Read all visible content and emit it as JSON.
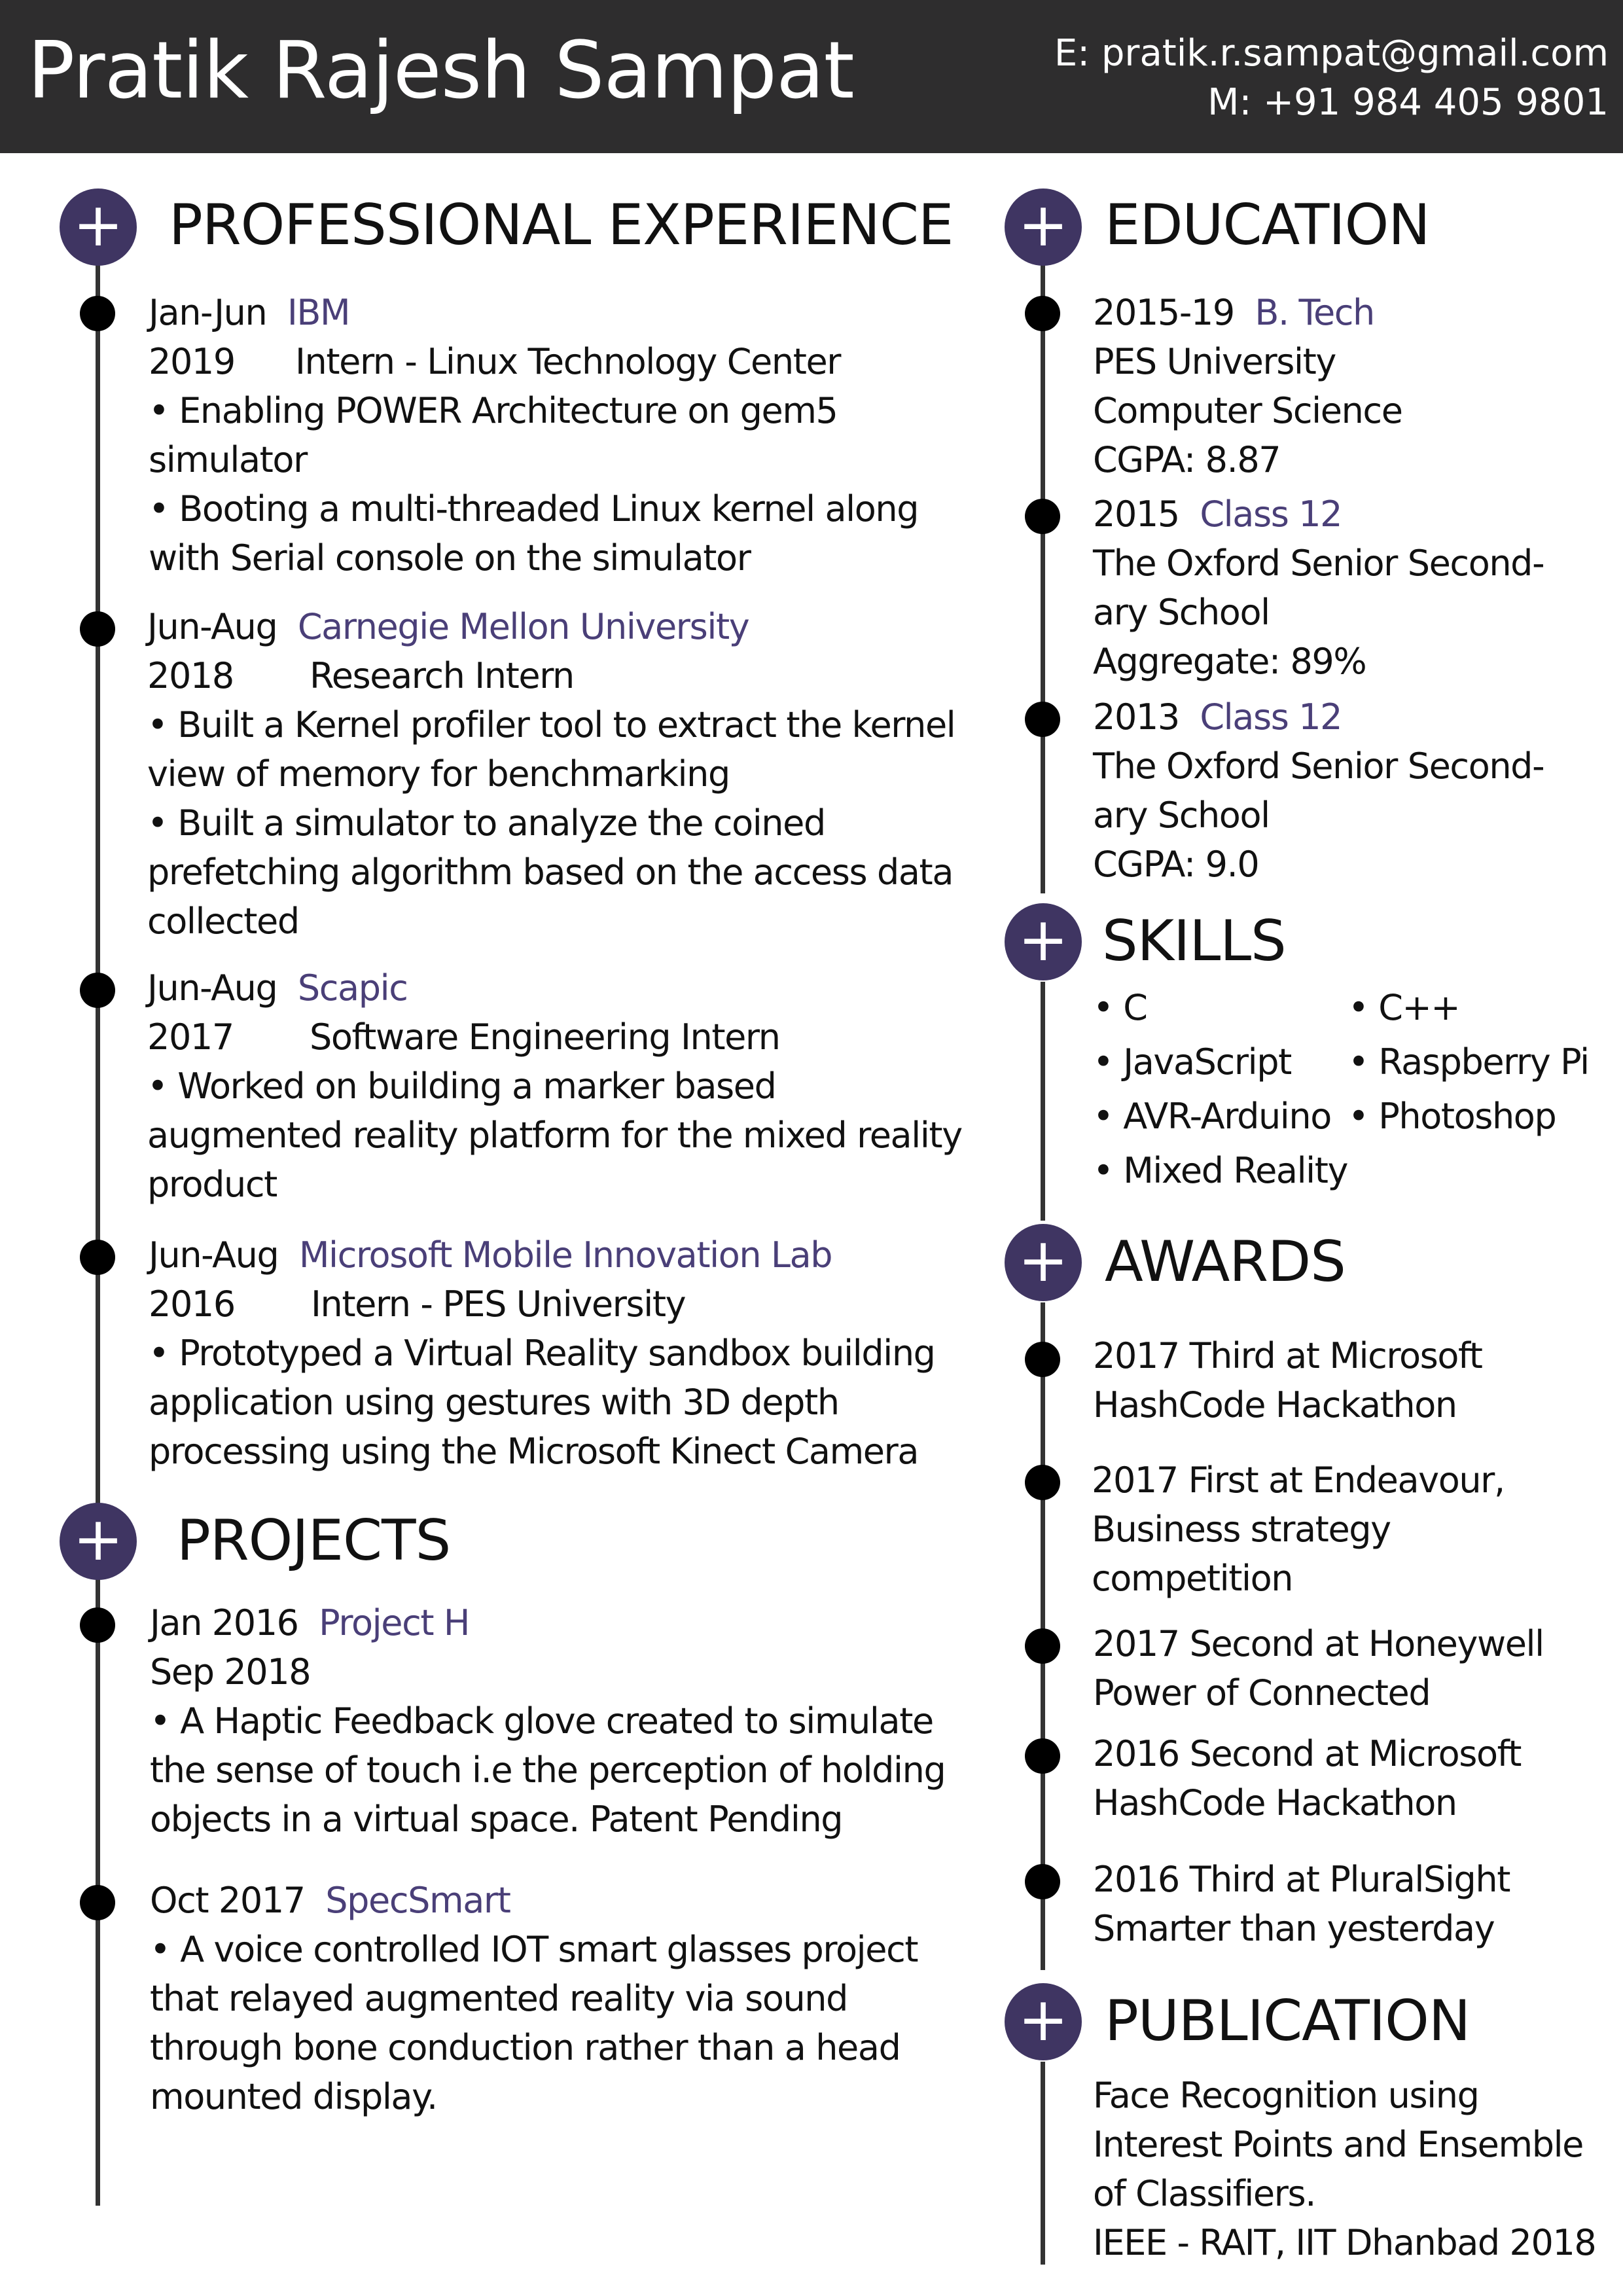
{
  "header": {
    "name": "Pratik Rajesh Sampat",
    "email": "E: pratik.r.sampat@gmail.com",
    "mobile": "M: +91 984 405 9801"
  },
  "colors": {
    "accent": "#4a3f78",
    "header_bg": "#2e2d2e",
    "icon_bg": "#3f3562"
  },
  "icons": {
    "section_icon": "plus-circle-icon",
    "timeline_icon": "bullet-dot-icon"
  },
  "experience": {
    "title": "PROFESSIONAL EXPERIENCE",
    "items": [
      {
        "period": "Jan-Jun",
        "org": "IBM",
        "year": "2019",
        "role": "Intern - Linux Technology Center",
        "lines": [
          "• Enabling POWER Architecture on gem5",
          "simulator",
          "• Booting a multi-threaded Linux kernel along",
          "with Serial console on the simulator"
        ]
      },
      {
        "period": "Jun-Aug",
        "org": "Carnegie Mellon University",
        "year": "2018",
        "role": "Research Intern",
        "lines": [
          "• Built a Kernel profiler tool to extract the kernel",
          "view of memory for benchmarking",
          "• Built a simulator to analyze the coined",
          "prefetching algorithm based on the access data",
          "collected"
        ]
      },
      {
        "period": "Jun-Aug",
        "org": "Scapic",
        "year": "2017",
        "role": "Software Engineering Intern",
        "lines": [
          "• Worked on building a marker based",
          "augmented reality platform for the mixed reality",
          "product"
        ]
      },
      {
        "period": "Jun-Aug",
        "org": "Microsoft Mobile Innovation Lab",
        "year": "2016",
        "role": "Intern - PES University",
        "lines": [
          "• Prototyped a Virtual Reality sandbox building",
          "application using gestures with 3D depth",
          "processing using the Microsoft Kinect Camera"
        ]
      }
    ]
  },
  "projects": {
    "title": "PROJECTS",
    "items": [
      {
        "date": "Jan 2016",
        "name": "Project H",
        "date2": "Sep 2018",
        "lines": [
          "• A Haptic Feedback glove created to simulate",
          "the sense of touch i.e the perception of holding",
          "objects in a virtual space. Patent Pending"
        ]
      },
      {
        "date": "Oct 2017",
        "name": "SpecSmart",
        "lines": [
          "• A voice controlled IOT smart glasses project",
          "that relayed augmented reality via sound",
          "through bone conduction rather than a head",
          "mounted display."
        ]
      }
    ]
  },
  "education": {
    "title": "EDUCATION",
    "items": [
      {
        "year": "2015-19",
        "degree": "B. Tech",
        "lines": [
          "PES University",
          "Computer Science",
          "CGPA: 8.87"
        ]
      },
      {
        "year": "2015",
        "degree": "Class 12",
        "lines": [
          "The Oxford Senior Second-",
          "ary School",
          "Aggregate: 89%"
        ]
      },
      {
        "year": "2013",
        "degree": "Class 12",
        "lines": [
          "The Oxford Senior Second-",
          "ary School",
          "CGPA: 9.0"
        ]
      }
    ]
  },
  "skills": {
    "title": "SKILLS",
    "left": [
      "• C",
      "• JavaScript",
      "• AVR-Arduino",
      "• Mixed Reality"
    ],
    "right": [
      "• C++",
      "• Raspberry Pi",
      "• Photoshop"
    ]
  },
  "awards": {
    "title": "AWARDS",
    "items": [
      [
        "2017 Third at Microsoft",
        "HashCode Hackathon"
      ],
      [
        "2017 First at Endeavour,",
        "Business strategy",
        "competition"
      ],
      [
        "2017 Second at Honeywell",
        "Power of Connected"
      ],
      [
        "2016 Second at Microsoft",
        "HashCode Hackathon"
      ],
      [
        "2016 Third at PluralSight",
        "Smarter than yesterday"
      ]
    ]
  },
  "publication": {
    "title": "PUBLICATION",
    "lines": [
      "Face Recognition using",
      "Interest Points and Ensemble",
      "of Classifiers.",
      "IEEE - RAIT, IIT Dhanbad 2018"
    ]
  }
}
